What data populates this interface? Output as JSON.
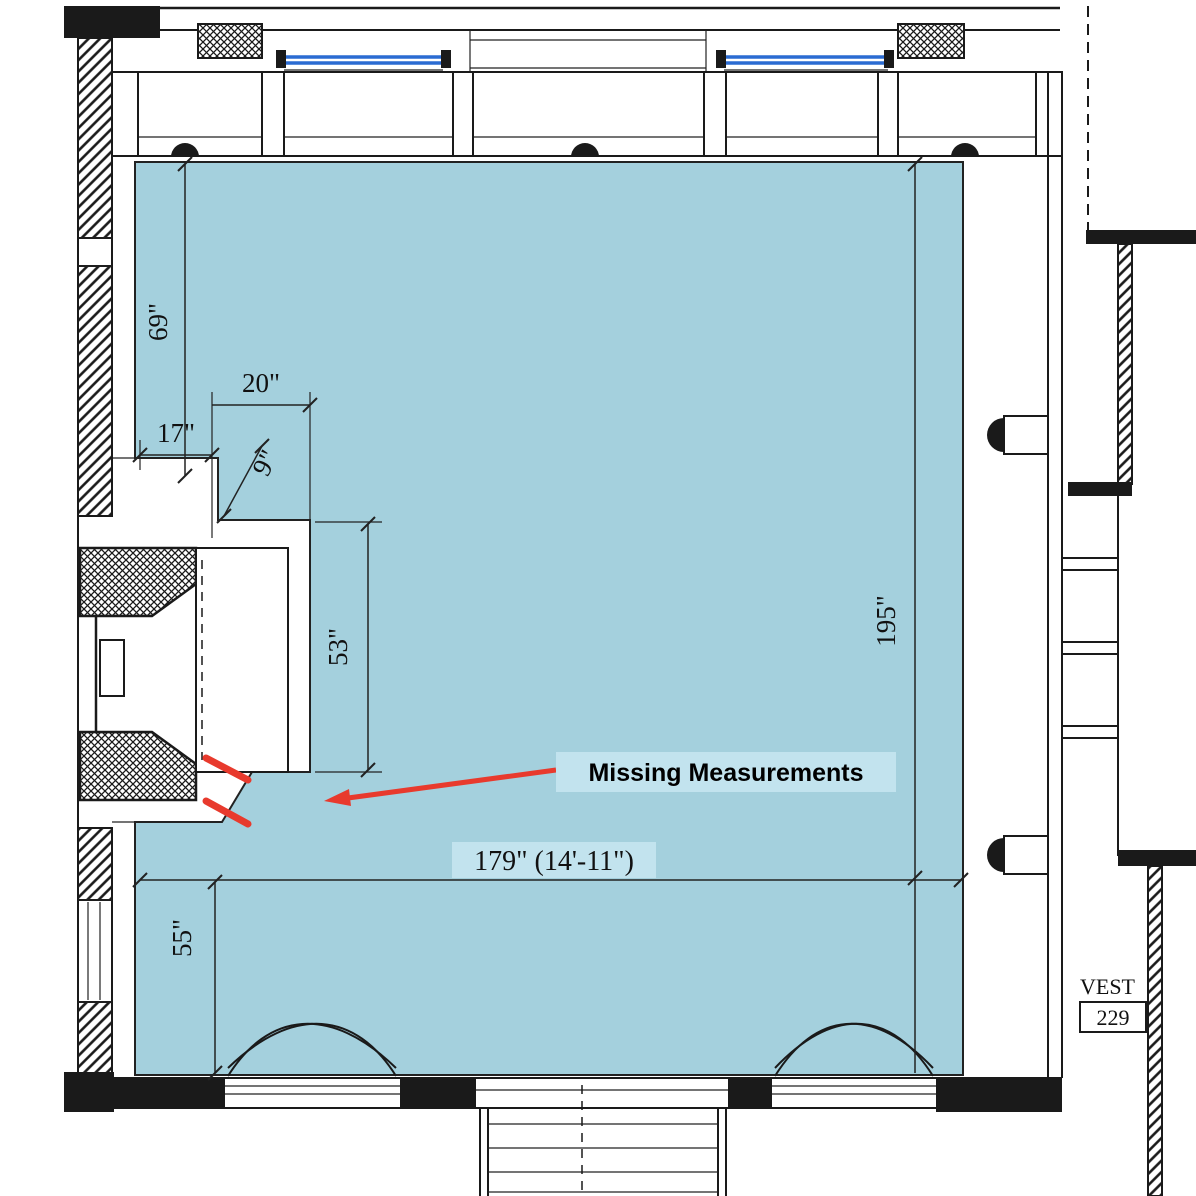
{
  "plan": {
    "dimensions": {
      "d69": "69\"",
      "d20": "20\"",
      "d17": "17\"",
      "d9": "9\"",
      "d53": "53\"",
      "d195": "195\"",
      "d179": "179\" (14'-11\")",
      "d55": "55\""
    },
    "annotation": {
      "missing_label": "Missing Measurements"
    },
    "rooms": {
      "vestibule_label": "VEST",
      "vestibule_number": "229"
    },
    "colors": {
      "room_fill": "#a4d0dd",
      "highlight_fill": "#c2e3ee",
      "annotation_red": "#e83a2d",
      "window_blue": "#2a6bd2",
      "wall_black": "#1a1a1a"
    }
  }
}
